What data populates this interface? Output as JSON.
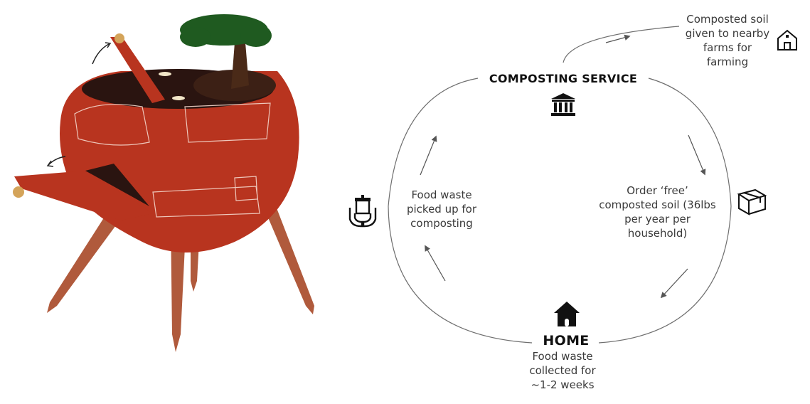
{
  "illustration": {
    "name": "Composter"
  },
  "cycle": {
    "composting_service": {
      "title": "COMPOSTING SERVICE",
      "icon": "bank-building-icon"
    },
    "home": {
      "title": "HOME",
      "description": "Food waste collected for ~1-2 weeks",
      "icon": "house-icon"
    },
    "farms": {
      "description": "Composted soil given to nearby farms for farming",
      "icon": "barn-icon"
    },
    "order_soil": {
      "description": "Order ‘free’ composted soil (36lbs per year per household)",
      "icon": "package-box-icon"
    },
    "pickup": {
      "description": "Food waste picked up for composting",
      "icon": "hands-holding-bin-icon"
    }
  },
  "colors": {
    "pot": "#b8341f",
    "legs": "#b05a3c",
    "tree": "#1f5a20",
    "line": "#6e6e6e"
  }
}
